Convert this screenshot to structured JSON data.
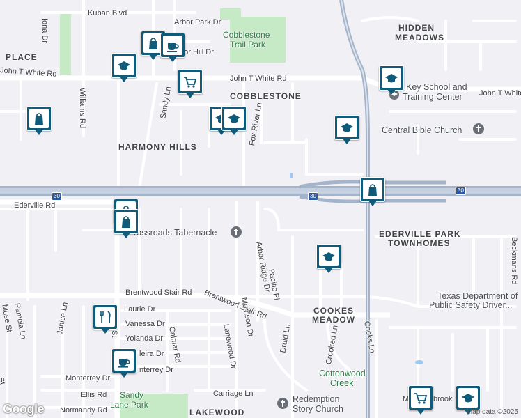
{
  "map": {
    "colors": {
      "background": "#f1f0f4",
      "road": "#ffffff",
      "highway": "#a4b4ca",
      "park": "#c6e9c6",
      "marker": "#0f5b79"
    },
    "areas": [
      {
        "name": "area-hidden-meadows-line1",
        "text": "HIDDEN"
      },
      {
        "name": "area-hidden-meadows-line2",
        "text": "MEADOWS"
      },
      {
        "name": "area-cobblestone",
        "text": "COBBLESTONE"
      },
      {
        "name": "area-harmony-hills",
        "text": "HARMONY HILLS"
      },
      {
        "name": "area-ederville-park-line1",
        "text": "EDERVILLE PARK"
      },
      {
        "name": "area-ederville-park-line2",
        "text": "TOWNHOMES"
      },
      {
        "name": "area-cookes-meadow-line1",
        "text": "COOKES"
      },
      {
        "name": "area-cookes-meadow-line2",
        "text": "MEADOW"
      },
      {
        "name": "area-place",
        "text": "PLACE"
      },
      {
        "name": "area-lakewood",
        "text": "LAKEWOOD"
      }
    ],
    "streets": [
      {
        "name": "street-kuban-blvd",
        "text": "Kuban Blvd"
      },
      {
        "name": "street-arbor-park-dr",
        "text": "Arbor Park Dr"
      },
      {
        "name": "street-arbor-hill-dr",
        "text": "bor Hill Dr"
      },
      {
        "name": "street-john-t-white-rd-west",
        "text": "John T White Rd"
      },
      {
        "name": "street-john-t-white-rd-mid",
        "text": "John T White Rd"
      },
      {
        "name": "street-john-t-white-rd-east",
        "text": "John T White"
      },
      {
        "name": "street-iona-dr",
        "text": "Iona Dr"
      },
      {
        "name": "street-williams-rd",
        "text": "Williams Rd"
      },
      {
        "name": "street-sandy-ln",
        "text": "Sandy Ln"
      },
      {
        "name": "street-fox-river-ln",
        "text": "Fox River Ln"
      },
      {
        "name": "street-ederville-rd",
        "text": "Ederville Rd"
      },
      {
        "name": "street-arbor-ridge-dr",
        "text": "Arbor Ridge Dr"
      },
      {
        "name": "street-pacific-pl",
        "text": "Pacific Pl"
      },
      {
        "name": "street-brentwood-stair-rd-west",
        "text": "Brentwood Stair Rd"
      },
      {
        "name": "street-brentwood-stair-rd-east",
        "text": "Brentwood Stair Rd"
      },
      {
        "name": "street-morrison-dr",
        "text": "Morrison Dr"
      },
      {
        "name": "street-laurie-dr",
        "text": "Laurie Dr"
      },
      {
        "name": "street-vanessa-dr",
        "text": "Vanessa Dr"
      },
      {
        "name": "street-yolanda-dr",
        "text": "Yolanda Dr"
      },
      {
        "name": "street-madeira-dr",
        "text": "leira Dr"
      },
      {
        "name": "street-monterrey-dr-east",
        "text": "nterrey Dr"
      },
      {
        "name": "street-monterrey-dr-west",
        "text": "Monterrey Dr"
      },
      {
        "name": "street-calmar-rd",
        "text": "Calmar Rd"
      },
      {
        "name": "street-lanewood-dr",
        "text": "Lanewood Dr"
      },
      {
        "name": "street-janice-ln",
        "text": "Janice Ln"
      },
      {
        "name": "street-pamela-ln",
        "text": "Pamela Ln"
      },
      {
        "name": "street-muse-st",
        "text": "Muse St"
      },
      {
        "name": "street-druid-ln",
        "text": "Druid Ln"
      },
      {
        "name": "street-crooked-ln",
        "text": "Crooked Ln"
      },
      {
        "name": "street-cooks-ln",
        "text": "Cooks Ln"
      },
      {
        "name": "street-ellis-rd",
        "text": "Ellis Rd"
      },
      {
        "name": "street-normandy-rd",
        "text": "Normandy Rd"
      },
      {
        "name": "street-carriage-ln",
        "text": "Carriage Ln"
      },
      {
        "name": "street-beckmans-rd",
        "text": "Beckmans Rd"
      },
      {
        "name": "street-meadowbrook",
        "text": "M"
      },
      {
        "name": "street-meadowbrook-b",
        "text": "brook"
      },
      {
        "name": "street-st",
        "text": "St"
      },
      {
        "name": "street-st-b",
        "text": "St"
      }
    ],
    "pois": [
      {
        "name": "poi-cobblestone-trail-park-1",
        "text": "Cobblestone",
        "kind": "park"
      },
      {
        "name": "poi-cobblestone-trail-park-2",
        "text": "Trail Park",
        "kind": "park"
      },
      {
        "name": "poi-key-school-1",
        "text": "Key School and"
      },
      {
        "name": "poi-key-school-2",
        "text": "Training Center"
      },
      {
        "name": "poi-central-bible-church",
        "text": "Central Bible Church"
      },
      {
        "name": "poi-crossroads-tabernacle",
        "text": "rossroads Tabernacle"
      },
      {
        "name": "poi-dps-1",
        "text": "Texas Department of"
      },
      {
        "name": "poi-dps-2",
        "text": "Public Safety Driver..."
      },
      {
        "name": "poi-cottonwood-creek-1",
        "text": "Cottonwood",
        "kind": "water"
      },
      {
        "name": "poi-cottonwood-creek-2",
        "text": "Creek",
        "kind": "water"
      },
      {
        "name": "poi-redemption-1",
        "text": "Redemption"
      },
      {
        "name": "poi-redemption-2",
        "text": "Story Church"
      },
      {
        "name": "poi-sandy-lane-park-1",
        "text": "Sandy",
        "kind": "park"
      },
      {
        "name": "poi-sandy-lane-park-2",
        "text": "Lane Park",
        "kind": "park"
      }
    ],
    "shields": [
      "30",
      "30",
      "30"
    ],
    "markers": [
      {
        "name": "marker-shopping-bag-icon",
        "icon": "shopping-bag"
      },
      {
        "name": "marker-coffee-cup-icon",
        "icon": "coffee-cup"
      },
      {
        "name": "marker-school-icon",
        "icon": "school"
      },
      {
        "name": "marker-shopping-cart-icon",
        "icon": "shopping-cart"
      },
      {
        "name": "marker-shopping-bag-icon",
        "icon": "shopping-bag"
      },
      {
        "name": "marker-school-icon",
        "icon": "school"
      },
      {
        "name": "marker-school-icon",
        "icon": "school"
      },
      {
        "name": "marker-school-icon",
        "icon": "school"
      },
      {
        "name": "marker-school-icon",
        "icon": "school"
      },
      {
        "name": "marker-shopping-bag-icon",
        "icon": "shopping-bag"
      },
      {
        "name": "marker-shopping-bag-icon",
        "icon": "shopping-bag"
      },
      {
        "name": "marker-shopping-bag-icon",
        "icon": "shopping-bag"
      },
      {
        "name": "marker-school-icon",
        "icon": "school"
      },
      {
        "name": "marker-restaurant-icon",
        "icon": "fork-knife"
      },
      {
        "name": "marker-coffee-cup-icon",
        "icon": "coffee-cup"
      },
      {
        "name": "marker-shopping-cart-icon",
        "icon": "shopping-cart"
      },
      {
        "name": "marker-school-icon",
        "icon": "school"
      }
    ],
    "footer": {
      "logo": "Google",
      "attribution": "Map data ©2025"
    }
  }
}
